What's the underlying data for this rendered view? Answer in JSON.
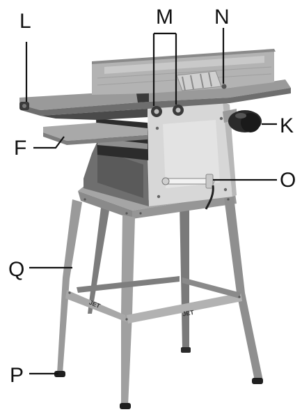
{
  "callouts": {
    "L": "L",
    "M": "M",
    "N": "N",
    "K": "K",
    "F": "F",
    "O": "O",
    "Q": "Q",
    "P": "P"
  },
  "stand_logo": {
    "front": "JET",
    "side": "JET"
  },
  "colors": {
    "ink": "#111111",
    "table": "#9a9a9a",
    "fence": "#b3b3b3",
    "housing": "#d7d7d7",
    "stand": "#8d8d8d",
    "dark": "#2a2a2a"
  }
}
